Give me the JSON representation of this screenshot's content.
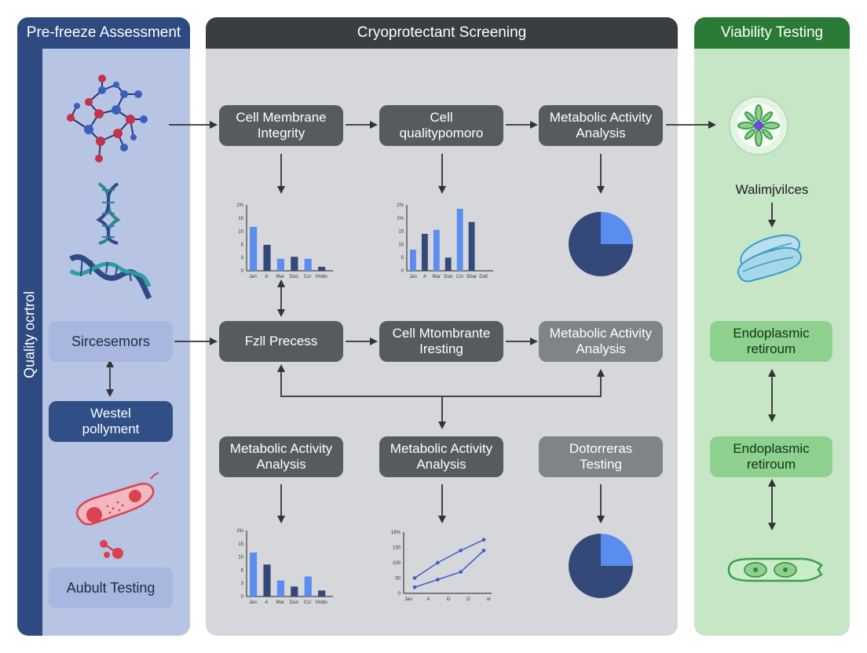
{
  "panels": {
    "left_title": "Pre-freeze Assessment",
    "center_title": "Cryoprotectant Screening",
    "right_title": "Viability Testing",
    "side_label": "Quality ocrtrol"
  },
  "left": {
    "box1": "Sircesemors",
    "box2": "Westel\npollyment",
    "box3": "Aubult Testing"
  },
  "center": {
    "row1": [
      "Cell Membrane\nIntegrity",
      "Cell\nqualitypomoro",
      "Metabolic Activity\nAnalysis"
    ],
    "row2": [
      "Fzll Precess",
      "Cell Mtombrante\nIresting",
      "Metabolic Activity\nAnalysis"
    ],
    "row3": [
      "Metabolic Activity\nAnalysis",
      "Metabolic Activity\nAnalysis",
      "Dotorreras\nTesting"
    ]
  },
  "right": {
    "label1": "Walimjvilces",
    "box1": "Endoplasmic\nretiroum",
    "box2": "Endoplasmic\nretiroum"
  },
  "colors": {
    "bar_light": "#5b8dee",
    "bar_dark": "#34497a",
    "line": "#3a5bd0"
  },
  "chart_data": [
    {
      "type": "bar",
      "categories": [
        "Jan",
        "A",
        "Mar",
        "Doo",
        "Ccr",
        "Vlndo"
      ],
      "values": [
        11,
        6.5,
        3,
        3.5,
        3,
        1
      ],
      "ytick_labels": [
        "0",
        "3",
        "6",
        "10",
        "15",
        "2%"
      ],
      "ylim": [
        0,
        16.5
      ]
    },
    {
      "type": "bar",
      "categories": [
        "Jan",
        "A",
        "Mar",
        "Doo",
        "Ccr",
        "Ebar",
        "Dolt"
      ],
      "values": [
        8,
        14,
        15.5,
        5,
        23.5,
        18.5
      ],
      "ytick_labels": [
        "0",
        "5",
        "10",
        "15",
        "2%",
        "2%"
      ],
      "ylim": [
        0,
        25
      ]
    },
    {
      "type": "pie",
      "slices": [
        75,
        25
      ]
    },
    {
      "type": "bar",
      "categories": [
        "Jan",
        "A",
        "Mar",
        "Doo",
        "Ccr",
        "Vlndo"
      ],
      "values": [
        11,
        8,
        4,
        2.5,
        5,
        1.5
      ],
      "ytick_labels": [
        "0",
        "3",
        "6",
        "10",
        "15",
        "2%"
      ],
      "ylim": [
        0,
        16.5
      ]
    },
    {
      "type": "line",
      "categories": [
        "Jan",
        "A",
        "O",
        "O",
        "ul"
      ],
      "ytick_labels": [
        "0",
        "50",
        "100",
        "150",
        "18%"
      ],
      "ylim": [
        0,
        200
      ],
      "series": [
        {
          "values": [
            50,
            100,
            140,
            175
          ]
        },
        {
          "values": [
            20,
            45,
            70,
            140
          ]
        }
      ]
    },
    {
      "type": "pie",
      "slices": [
        75,
        25
      ]
    }
  ]
}
